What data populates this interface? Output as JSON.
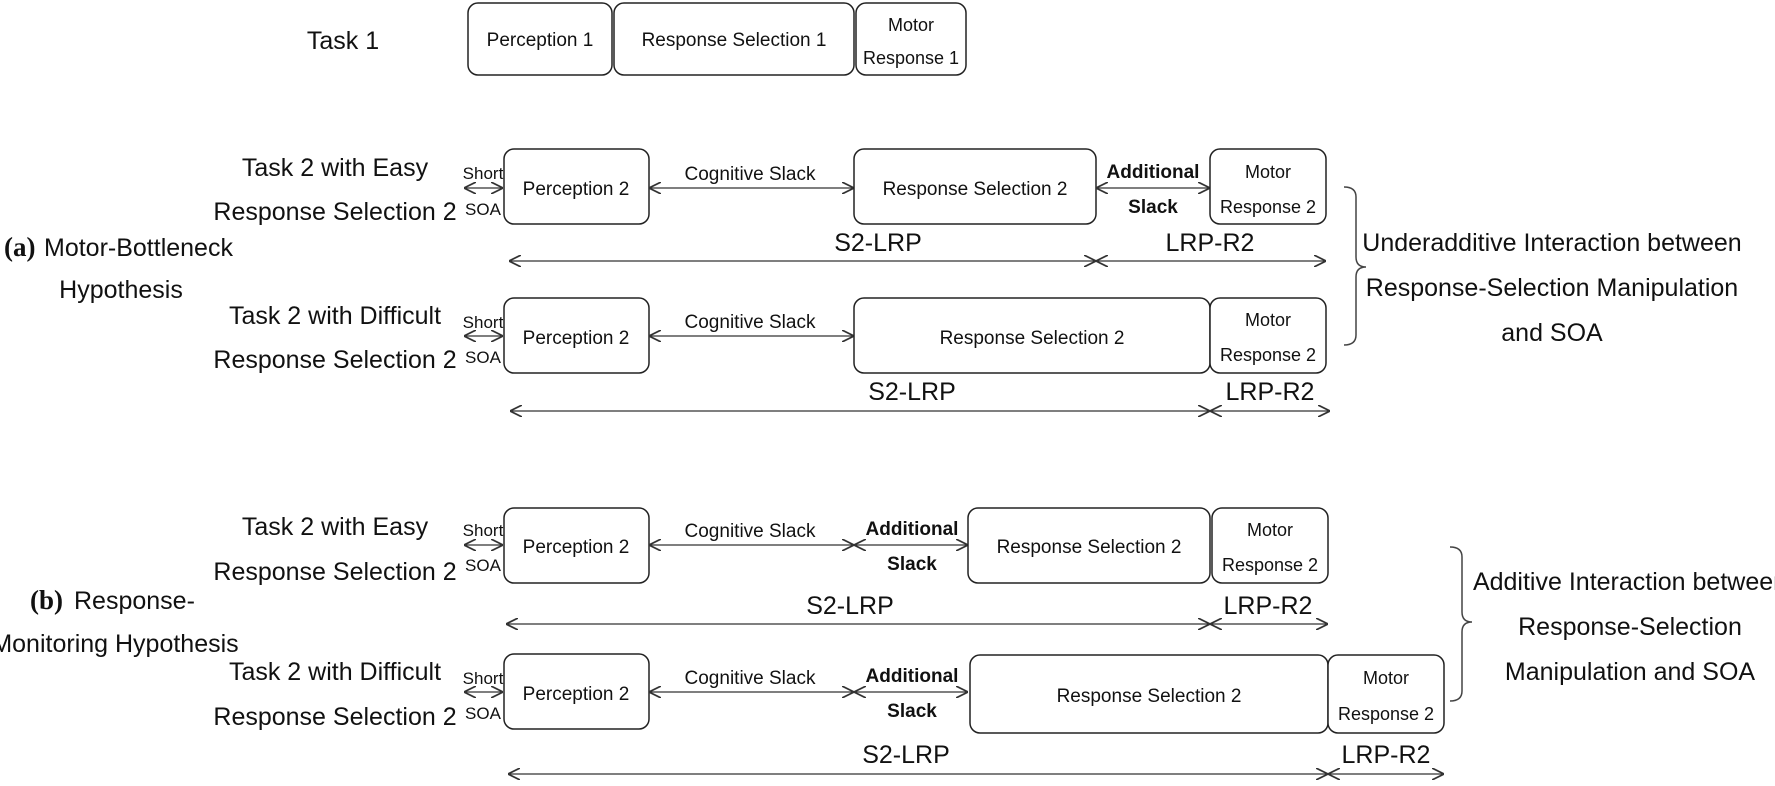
{
  "task1": {
    "label": "Task 1",
    "perception": "Perception 1",
    "response_selection": "Response Selection 1",
    "motor_line1": "Motor",
    "motor_line2": "Response 1"
  },
  "common": {
    "easy_line1": "Task 2 with Easy",
    "easy_line2": "Response Selection 2",
    "difficult_line1": "Task 2 with Difficult",
    "difficult_line2": "Response Selection 2",
    "short": "Short",
    "soa": "SOA",
    "perception2": "Perception 2",
    "cognitive_slack": "Cognitive Slack",
    "additional": "Additional",
    "slack": "Slack",
    "response_selection2": "Response Selection 2",
    "motor": "Motor",
    "response2": "Response 2",
    "s2_lrp": "S2-LRP",
    "lrp_r2": "LRP-R2"
  },
  "panel_a": {
    "letter": "(a)",
    "title_line1": "Motor-Bottleneck",
    "title_line2": "Hypothesis",
    "conclusion_line1": "Underadditive Interaction between",
    "conclusion_line2": "Response-Selection Manipulation",
    "conclusion_line3": "and SOA"
  },
  "panel_b": {
    "letter": "(b)",
    "title_line1": "Response-",
    "title_line2": "Monitoring Hypothesis",
    "conclusion_line1": "Additive Interaction between",
    "conclusion_line2": "Response-Selection",
    "conclusion_line3": "Manipulation and SOA"
  }
}
